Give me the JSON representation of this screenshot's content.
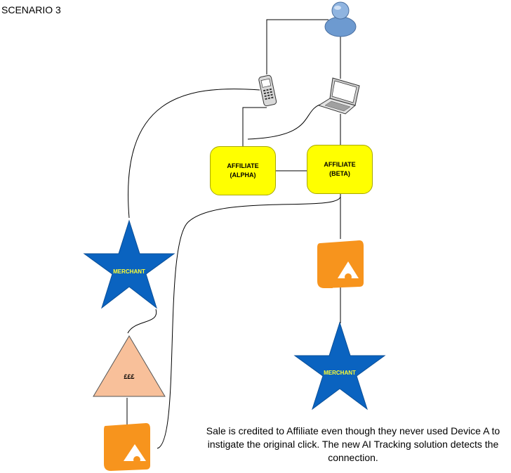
{
  "title": "SCENARIO 3",
  "affiliates": [
    {
      "line1": "AFFILIATE",
      "line2": "(ALPHA)"
    },
    {
      "line1": "AFFILIATE",
      "line2": "(BETA)"
    }
  ],
  "merchant_label": "MERCHANT",
  "money_label": "£££",
  "caption": {
    "line1": "Sale is credited to Affiliate even though they never used Device A to",
    "line2": "instigate the original click. The new AI Tracking solution detects the",
    "line3": "connection."
  },
  "colors": {
    "affiliate_fill": "#ffff00",
    "merchant_star": "#0a63c0",
    "merchant_text": "#ffff33",
    "triangle_fill": "#f8c09a",
    "logo_orange": "#f7941d",
    "user_blue": "#6d9ad0"
  },
  "icons": [
    "user-icon",
    "mobile-phone-icon",
    "laptop-icon",
    "tracking-logo-icon"
  ]
}
